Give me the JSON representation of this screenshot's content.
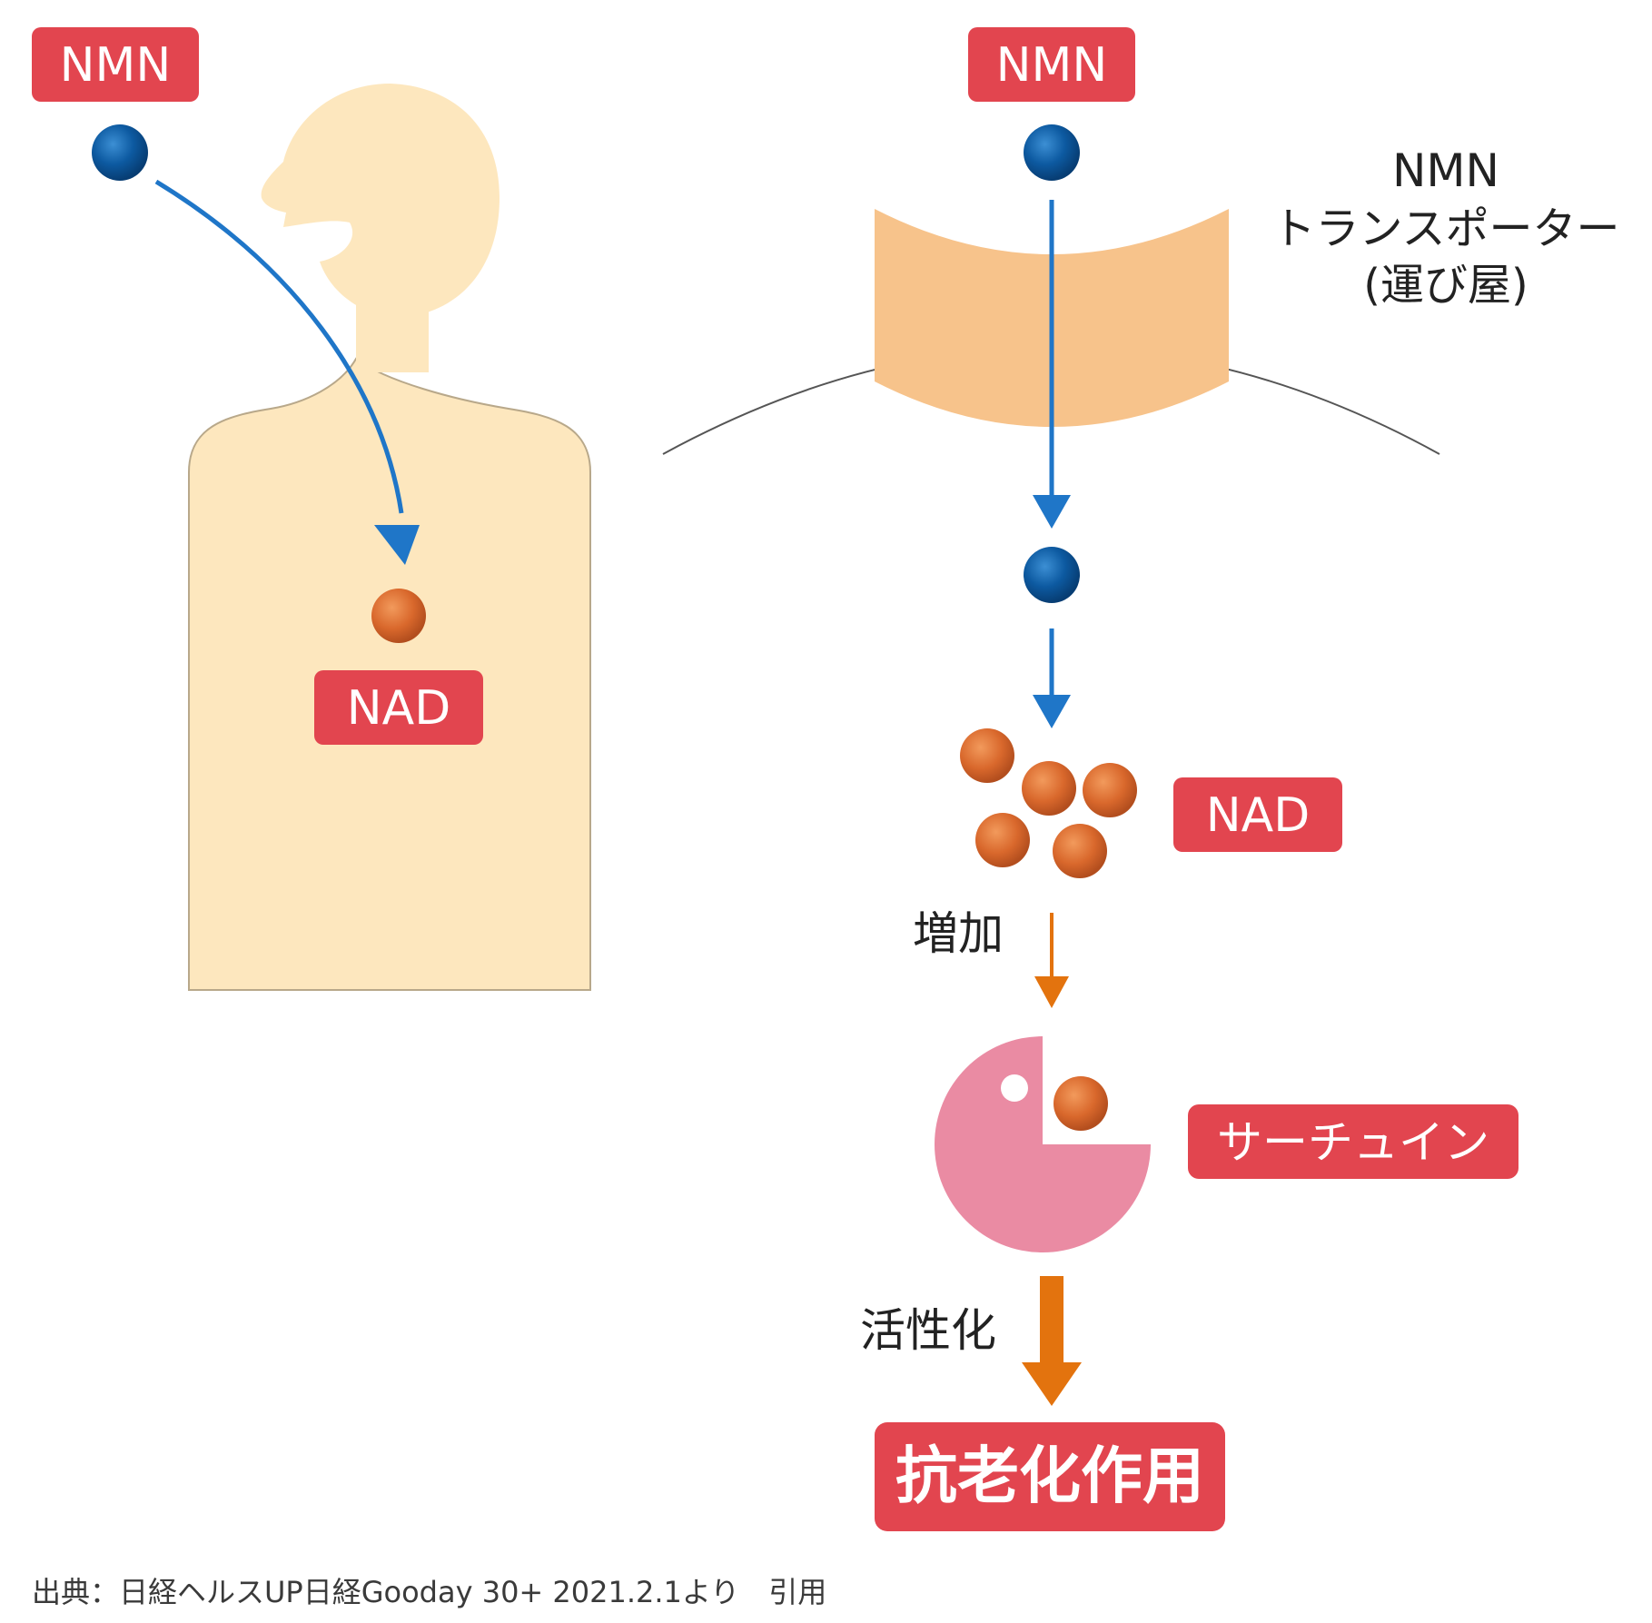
{
  "labels": {
    "nmn_left": "NMN",
    "nad_left": "NAD",
    "nmn_right": "NMN",
    "transporter_line1": "NMN",
    "transporter_line2": "トランスポーター",
    "transporter_line3": "(運び屋)",
    "nad_right": "NAD",
    "increase": "増加",
    "sirtuin": "サーチュイン",
    "activation": "活性化",
    "anti_aging": "抗老化作用"
  },
  "credit": "出典：日経ヘルスUP日経Gooday 30+ 2021.2.1より　引用",
  "colors": {
    "label_red": "#e2454f",
    "body_skin": "#fde7be",
    "transporter": "#f7c38b",
    "nmn_blue": "#0d5aa1",
    "arrow_blue": "#1f76c8",
    "nad_orange": "#d9682c",
    "arrow_orange": "#e3730e",
    "sirtuin_pink": "#ea8ba3"
  }
}
